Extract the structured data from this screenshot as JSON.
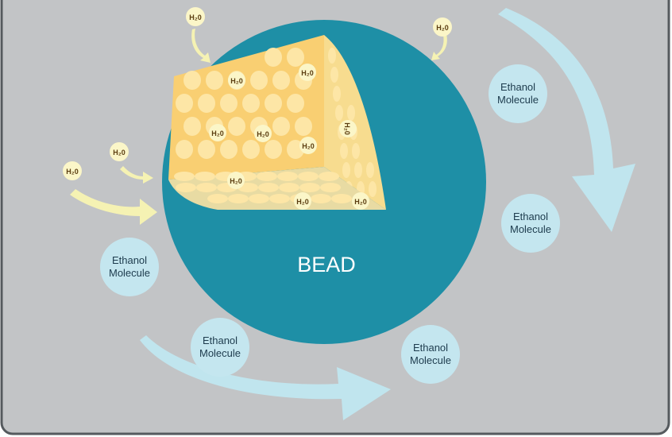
{
  "diagram": {
    "center_label": "BEAD",
    "water_label": "H₂0",
    "ethanol_lines": [
      "Ethanol",
      "Molecule"
    ],
    "colors": {
      "panel": "#c2c4c6",
      "panel_border": "#555a5e",
      "bead": "#1e8fa6",
      "pore": "#fde6a6",
      "pore_face": "#f9cf72",
      "pore_floor": "#e8dba3",
      "arrow_blue": "#c0e5ee",
      "arrow_yellow": "#f5f2b3",
      "ethanol_circle": "#c4e6ef",
      "ethanol_text": "#1d3b4d",
      "water_badge": "#fbf6c8",
      "water_text": "#5b3d10"
    }
  }
}
